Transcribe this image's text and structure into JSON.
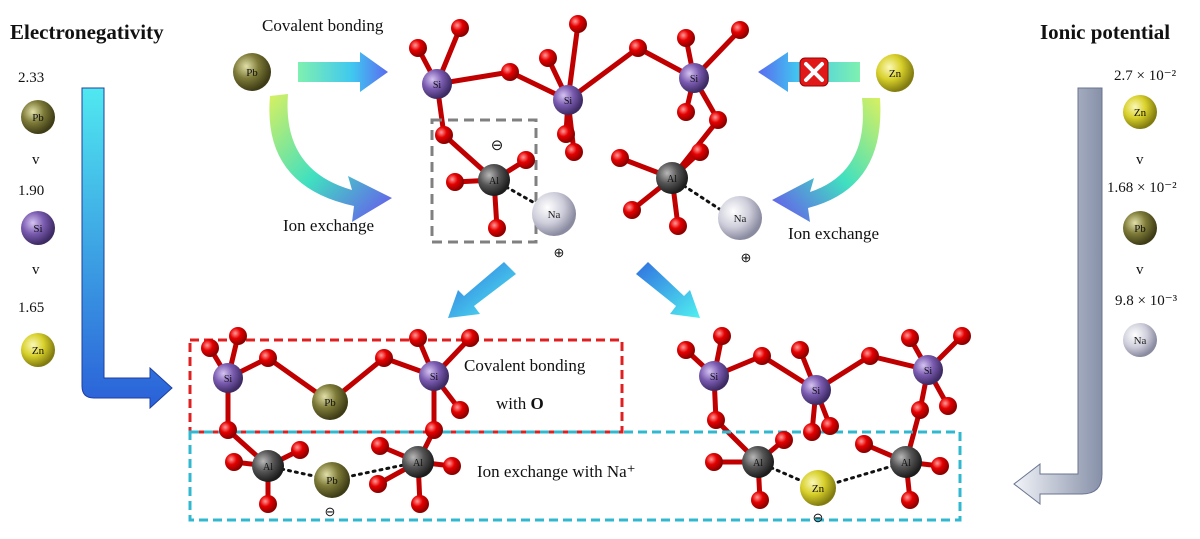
{
  "left_panel": {
    "title": "Electronegativity",
    "items": [
      {
        "value": "2.33",
        "element": "Pb"
      },
      {
        "value": "1.90",
        "element": "Si"
      },
      {
        "value": "1.65",
        "element": "Zn"
      }
    ],
    "comparator": "v"
  },
  "right_panel": {
    "title": "Ionic potential",
    "items": [
      {
        "value": "2.7 × 10⁻²",
        "element": "Zn"
      },
      {
        "value": "1.68 × 10⁻²",
        "element": "Pb"
      },
      {
        "value": "9.8 × 10⁻³",
        "element": "Na"
      }
    ],
    "comparator": "v"
  },
  "top": {
    "covalent_label": "Covalent bonding",
    "ion_exchange_left": "Ion exchange",
    "ion_exchange_right": "Ion exchange",
    "pb_ion": "Pb",
    "zn_ion": "Zn",
    "blocked_icon": "x-mark-icon",
    "atoms": {
      "si": "Si",
      "al": "Al",
      "na": "Na"
    },
    "charge_negative": "⊖",
    "charge_positive": "⊕"
  },
  "bottom": {
    "covalent_box_line1": "Covalent bonding",
    "covalent_box_line2_prefix": "with ",
    "covalent_box_line2_bold": "O",
    "ion_box_label": "Ion exchange  with Na⁺",
    "left_ion": "Pb",
    "right_ion": "Zn",
    "charge_negative": "⊖"
  },
  "colors": {
    "oxygen": "#e00000",
    "bond": "#c00000",
    "silicon": "#7a5bb0",
    "aluminum": "#555555",
    "sodium": "#c8c8d8",
    "lead": "#7d7a38",
    "zinc": "#d8d02a",
    "red_box": "#e02020",
    "cyan_box": "#30b8d0",
    "gray_box": "#808080"
  }
}
